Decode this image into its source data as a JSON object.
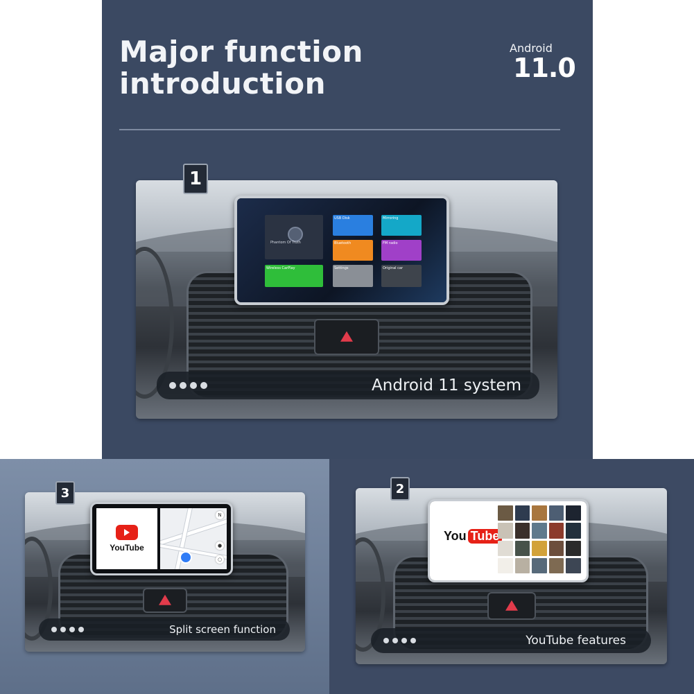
{
  "header": {
    "title_line1": "Major function",
    "title_line2": "introduction",
    "android_label": "Android",
    "android_version": "11.0"
  },
  "features": [
    {
      "number": "1",
      "caption": "Android 11 system",
      "tiles": [
        "Wireless CarPlay",
        "Settings",
        "Original car",
        "USB Disk",
        "Mirroring",
        "Bluetooth",
        "FM radio"
      ],
      "music_title": "Phantom Of Truth"
    },
    {
      "number": "2",
      "caption": "YouTube features",
      "logo_you": "You",
      "logo_tube": "Tube"
    },
    {
      "number": "3",
      "caption": "Split screen function",
      "logo_text": "YouTube"
    }
  ],
  "colors": {
    "panel_dark": "#3b4962",
    "youtube_red": "#e62117",
    "tile_blue": "#2a7fe0",
    "tile_cyan": "#14a8c8",
    "tile_orange": "#f08a20",
    "tile_purple": "#a040c8",
    "tile_green": "#2fbe3a",
    "tile_gray": "#8a8f96"
  }
}
